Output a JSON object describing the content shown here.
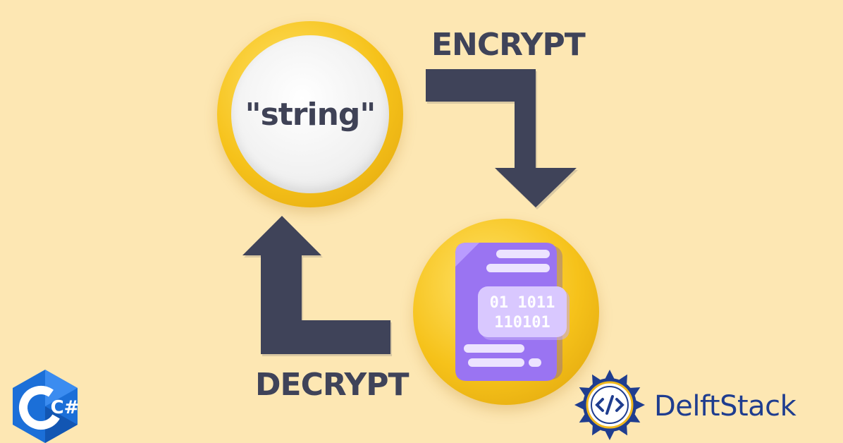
{
  "labels": {
    "encrypt": "ENCRYPT",
    "decrypt": "DECRYPT",
    "string": "\"string\"",
    "binary_line_1": "01 1011",
    "binary_line_2": "110101"
  },
  "brand": {
    "language_logo_text": "C#",
    "site_name": "DelftStack"
  },
  "colors": {
    "background": "#fde7b3",
    "circle_yellow": "#f6c21a",
    "arrow_navy": "#3f4359",
    "file_purple": "#9a74f2",
    "csharp_blue": "#1b6fd8",
    "delftstack_blue": "#1f3d8f"
  },
  "icons": {
    "encrypt_arrow": "arrow-right-down-icon",
    "decrypt_arrow": "arrow-left-up-icon",
    "file": "encrypted-file-icon",
    "language_logo": "csharp-logo-icon",
    "site_logo": "delftstack-emblem-icon"
  }
}
